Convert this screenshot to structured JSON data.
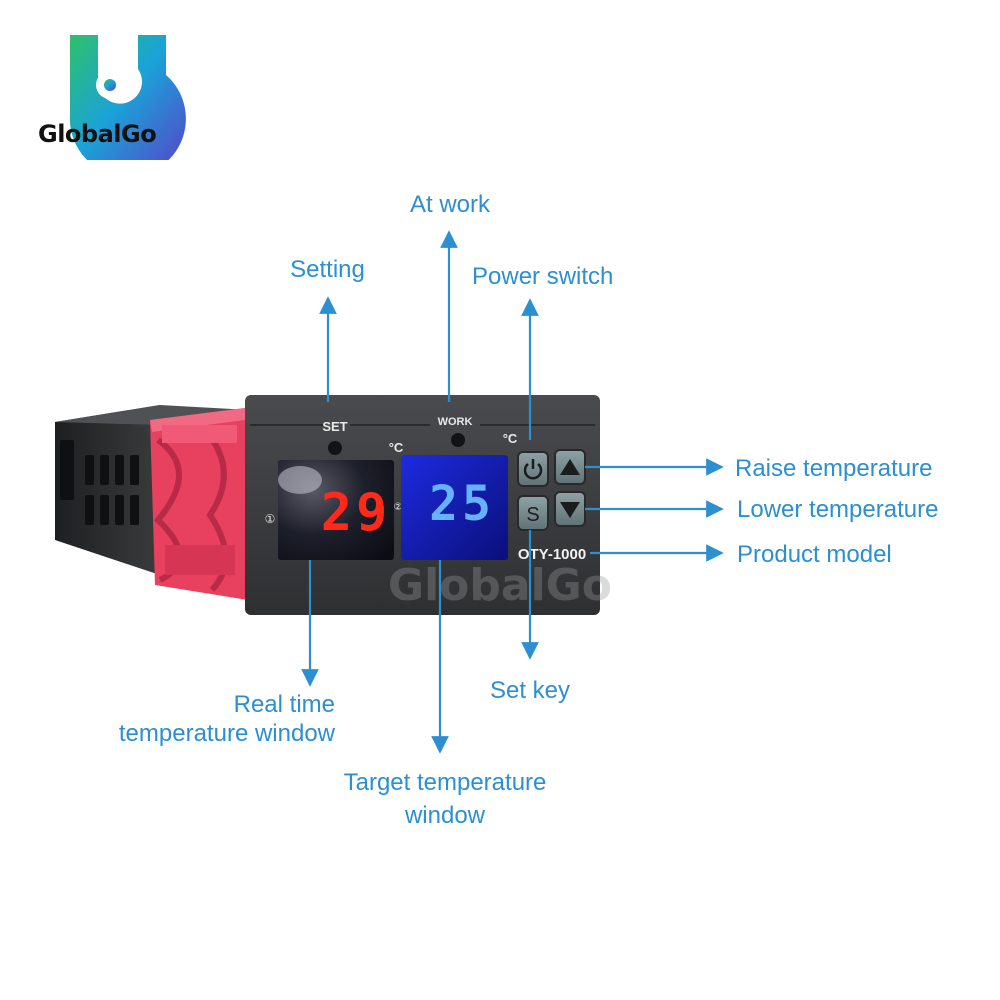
{
  "brand": {
    "name": "GlobalGo",
    "watermark": "GlobalGo"
  },
  "device": {
    "model": "OTY-1000",
    "set_label": "SET",
    "work_label": "WORK",
    "unit_left": "°C",
    "unit_right": "°C",
    "marker_1": "①",
    "marker_2": "②",
    "display_real": "29",
    "display_target": "25",
    "key_power_icon": "power-icon",
    "key_set_label": "S",
    "key_up_icon": "triangle-up-icon",
    "key_down_icon": "triangle-down-icon"
  },
  "callouts": {
    "at_work": "At work",
    "setting": "Setting",
    "power_switch": "Power switch",
    "raise_temperature": "Raise temperature",
    "lower_temperature": "Lower temperature",
    "product_model": "Product model",
    "set_key": "Set key",
    "real_time_line1": "Real time",
    "real_time_line2": "temperature window",
    "target_line1": "Target temperature",
    "target_line2": "window"
  },
  "colors": {
    "callout": "#2b8fd2",
    "housing": "#3d3e40",
    "bracket": "#e8415f",
    "red_led": "#ff2a1a",
    "blue_led": "#66b2ff"
  }
}
